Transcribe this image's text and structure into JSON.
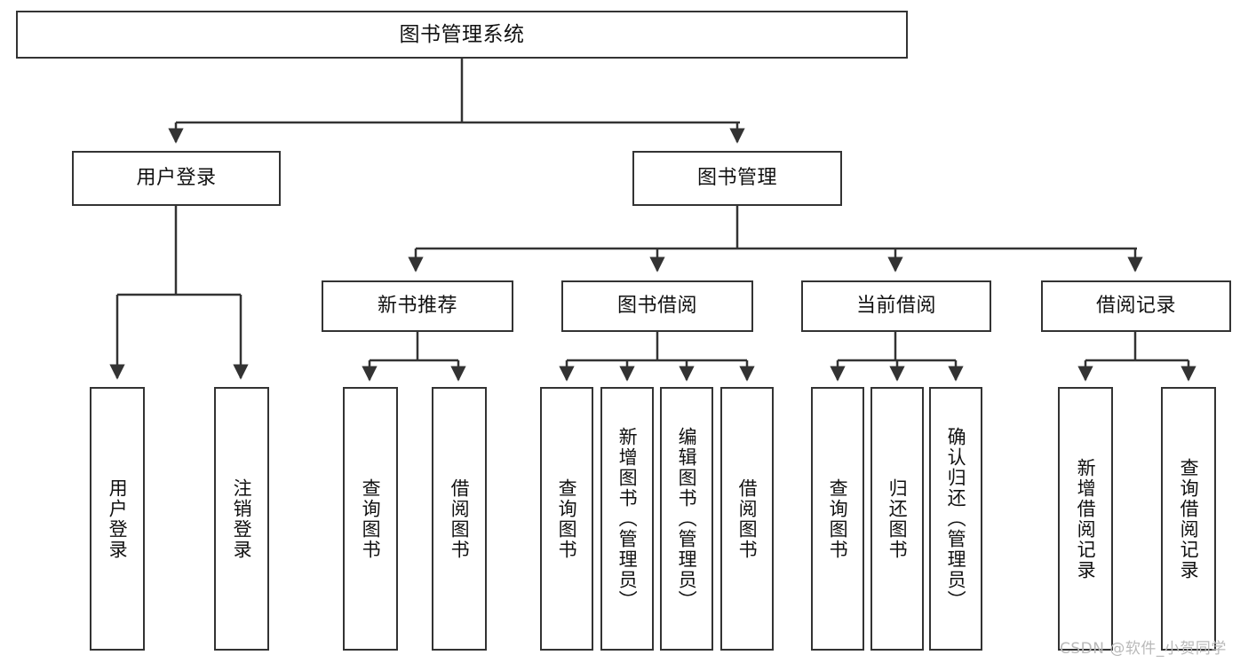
{
  "diagram": {
    "title": "图书管理系统",
    "type": "tree-hierarchy-chart",
    "watermark": "CSDN @软件_小贺同学",
    "colors": {
      "box_border": "#333333",
      "box_fill": "#ffffff",
      "connector": "#333333",
      "text": "#111111",
      "watermark": "#b9b9b9",
      "background": "#ffffff"
    },
    "levels": {
      "root": {
        "label": "图书管理系统"
      },
      "level2": [
        {
          "id": "user-login",
          "label": "用户登录"
        },
        {
          "id": "book-manage",
          "label": "图书管理"
        }
      ],
      "level3": [
        {
          "id": "new-book-recommend",
          "label": "新书推荐",
          "parent": "book-manage"
        },
        {
          "id": "book-borrow",
          "label": "图书借阅",
          "parent": "book-manage"
        },
        {
          "id": "current-borrow",
          "label": "当前借阅",
          "parent": "book-manage"
        },
        {
          "id": "borrow-record",
          "label": "借阅记录",
          "parent": "book-manage"
        }
      ],
      "leaves": [
        {
          "id": "leaf-user-login",
          "label": "用户登录",
          "parent": "user-login"
        },
        {
          "id": "leaf-logout",
          "label": "注销登录",
          "parent": "user-login"
        },
        {
          "id": "leaf-query-book-1",
          "label": "查询图书",
          "parent": "new-book-recommend"
        },
        {
          "id": "leaf-borrow-book-1",
          "label": "借阅图书",
          "parent": "new-book-recommend"
        },
        {
          "id": "leaf-query-book-2",
          "label": "查询图书",
          "parent": "book-borrow"
        },
        {
          "id": "leaf-add-book",
          "label": "新增图书（管理员）",
          "parent": "book-borrow"
        },
        {
          "id": "leaf-edit-book",
          "label": "编辑图书（管理员）",
          "parent": "book-borrow"
        },
        {
          "id": "leaf-borrow-book-2",
          "label": "借阅图书",
          "parent": "book-borrow"
        },
        {
          "id": "leaf-query-book-3",
          "label": "查询图书",
          "parent": "current-borrow"
        },
        {
          "id": "leaf-return-book",
          "label": "归还图书",
          "parent": "current-borrow"
        },
        {
          "id": "leaf-confirm-return",
          "label": "确认归还（管理员）",
          "parent": "current-borrow"
        },
        {
          "id": "leaf-add-record",
          "label": "新增借阅记录",
          "parent": "borrow-record"
        },
        {
          "id": "leaf-query-record",
          "label": "查询借阅记录",
          "parent": "borrow-record"
        }
      ]
    }
  }
}
